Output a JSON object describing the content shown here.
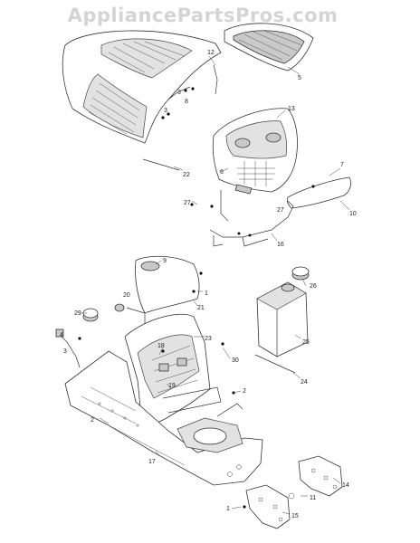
{
  "watermark": "AppliancePartsPros.com",
  "callouts": {
    "c1a": "1",
    "c1b": "1",
    "c2a": "2",
    "c2b": "2",
    "c3a": "3",
    "c3b": "3",
    "c3c": "3",
    "c4": "4",
    "c5": "5",
    "c6": "6",
    "c7": "7",
    "c8": "8",
    "c9": "9",
    "c10": "10",
    "c11": "11",
    "c12": "12",
    "c13": "13",
    "c14": "14",
    "c15": "15",
    "c16": "16",
    "c17": "17",
    "c18": "18",
    "c19": "19",
    "c20": "20",
    "c21": "21",
    "c22": "22",
    "c23": "23",
    "c24": "24",
    "c25": "25",
    "c26": "26",
    "c27a": "27",
    "c27b": "27",
    "c29": "29",
    "c30": "30"
  }
}
